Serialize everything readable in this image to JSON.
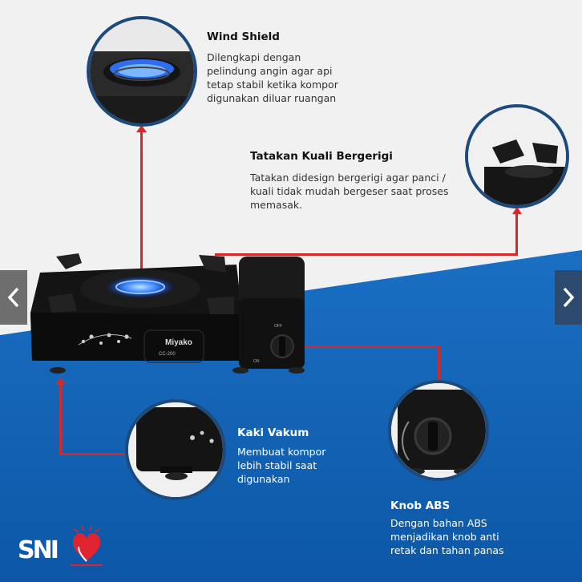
{
  "features": {
    "wind_shield": {
      "title": "Wind Shield",
      "lines": [
        "Dilengkapi dengan",
        "pelindung angin agar api",
        "tetap stabil ketika kompor",
        "digunakan diluar ruangan"
      ]
    },
    "tatakan": {
      "title": "Tatakan Kuali Bergerigi",
      "lines": [
        "Tatakan didesign bergerigi agar panci /",
        "kuali tidak mudah bergeser saat proses",
        "memasak."
      ]
    },
    "kaki": {
      "title": "Kaki Vakum",
      "lines": [
        "Membuat kompor",
        "lebih stabil saat",
        "digunakan"
      ]
    },
    "knob": {
      "title": "Knob ABS",
      "lines": [
        "Dengan bahan ABS",
        "menjadikan knob anti",
        "retak dan tahan panas"
      ]
    }
  },
  "product": {
    "brand": "Miyako",
    "model": "CC-200",
    "knob_off": "OFF",
    "knob_on": "ON"
  },
  "badges": {
    "sni": "SNI"
  },
  "colors": {
    "blue_bg": "#0f5fb3",
    "ring": "#1d4a7c",
    "leader": "#d6282b"
  },
  "icons": {
    "prev": "chevron-left-icon",
    "next": "chevron-right-icon"
  }
}
